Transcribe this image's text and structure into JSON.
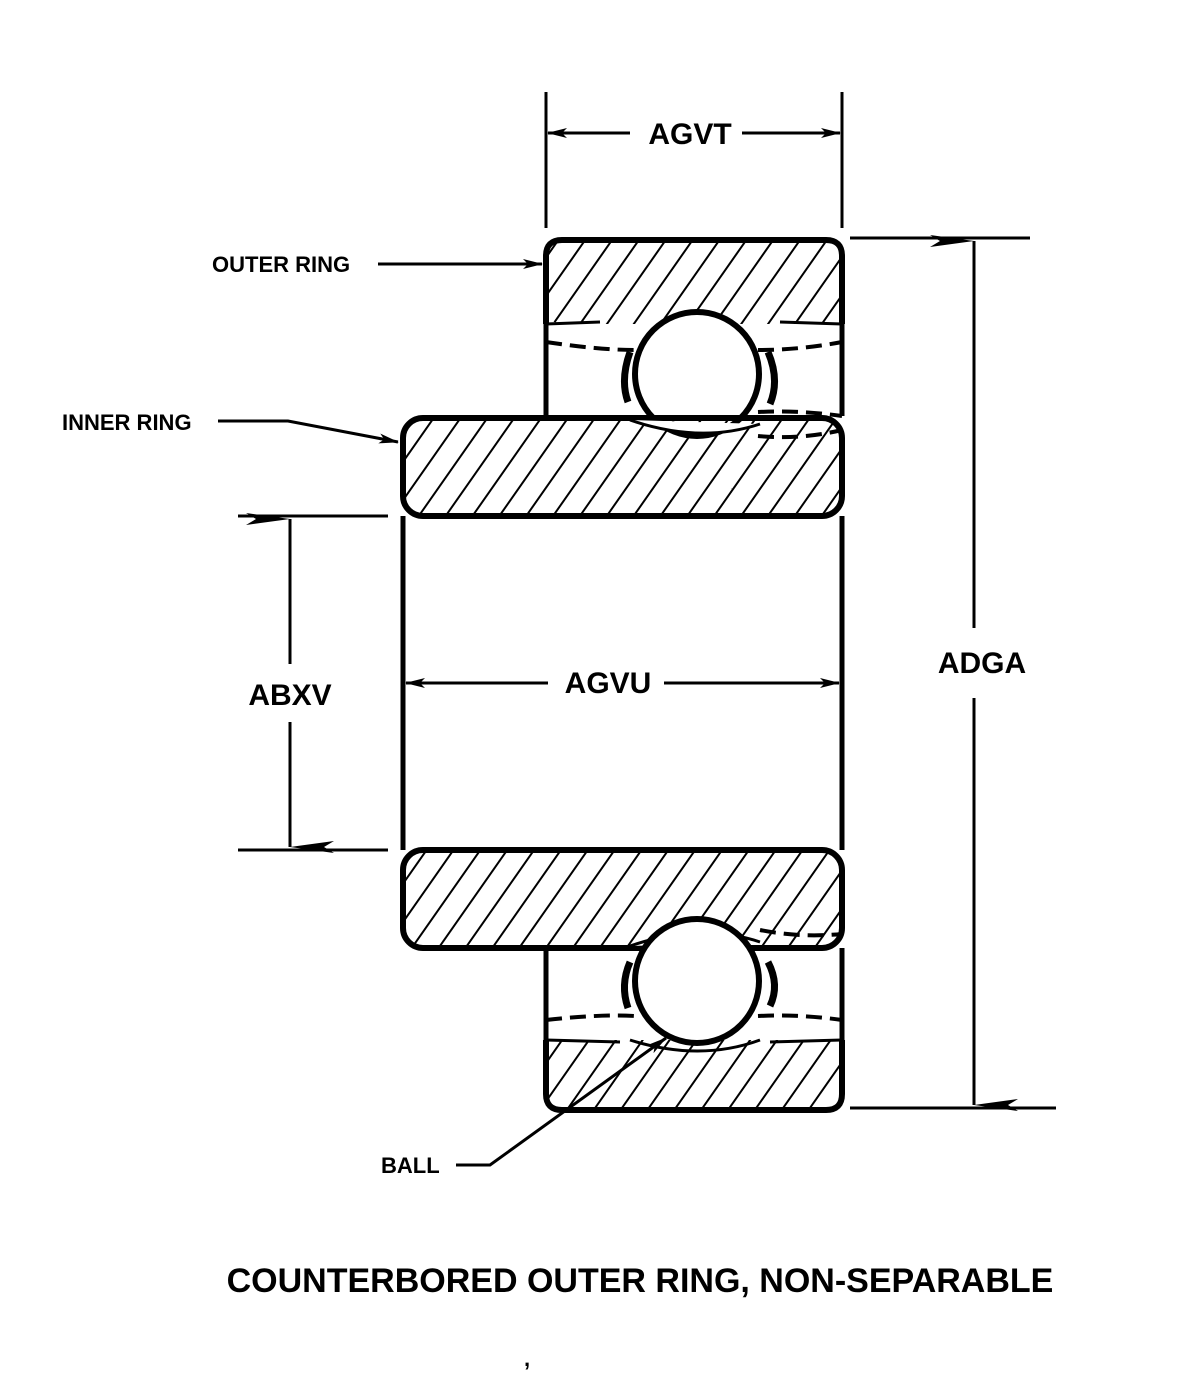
{
  "figure": {
    "caption": "COUNTERBORED OUTER RING, NON-SEPARABLE",
    "mark": ","
  },
  "dimensions": {
    "width": "AGVT",
    "outer_diameter": "ADGA",
    "bore": "ABXV",
    "inner_width": "AGVU"
  },
  "callouts": {
    "outer_ring": "OUTER RING",
    "inner_ring": "INNER RING",
    "ball": "BALL"
  },
  "colors": {
    "ink": "#000000",
    "paper": "#ffffff"
  }
}
